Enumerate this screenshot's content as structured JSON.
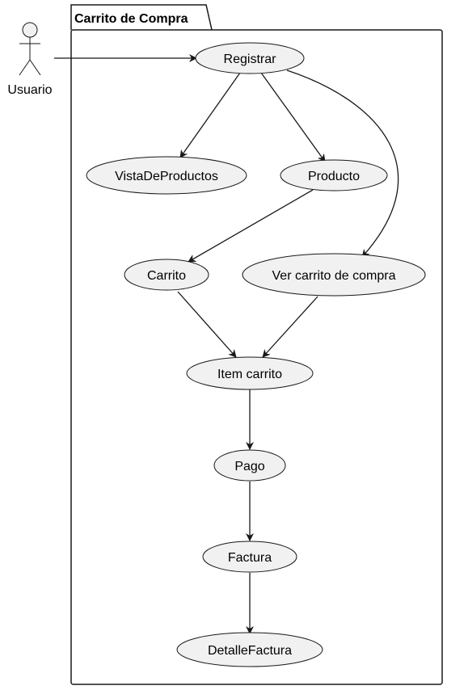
{
  "package": {
    "title": "Carrito de Compra"
  },
  "actor": {
    "name": "Usuario"
  },
  "use_cases": {
    "registrar": "Registrar",
    "vista": "VistaDeProductos",
    "producto": "Producto",
    "carrito": "Carrito",
    "ver_carrito": "Ver carrito de compra",
    "item": "Item carrito",
    "pago": "Pago",
    "factura": "Factura",
    "detalle": "DetalleFactura"
  },
  "colors": {
    "usecase_fill": "#f1f1f1",
    "stroke": "#181818",
    "background": "#ffffff"
  }
}
